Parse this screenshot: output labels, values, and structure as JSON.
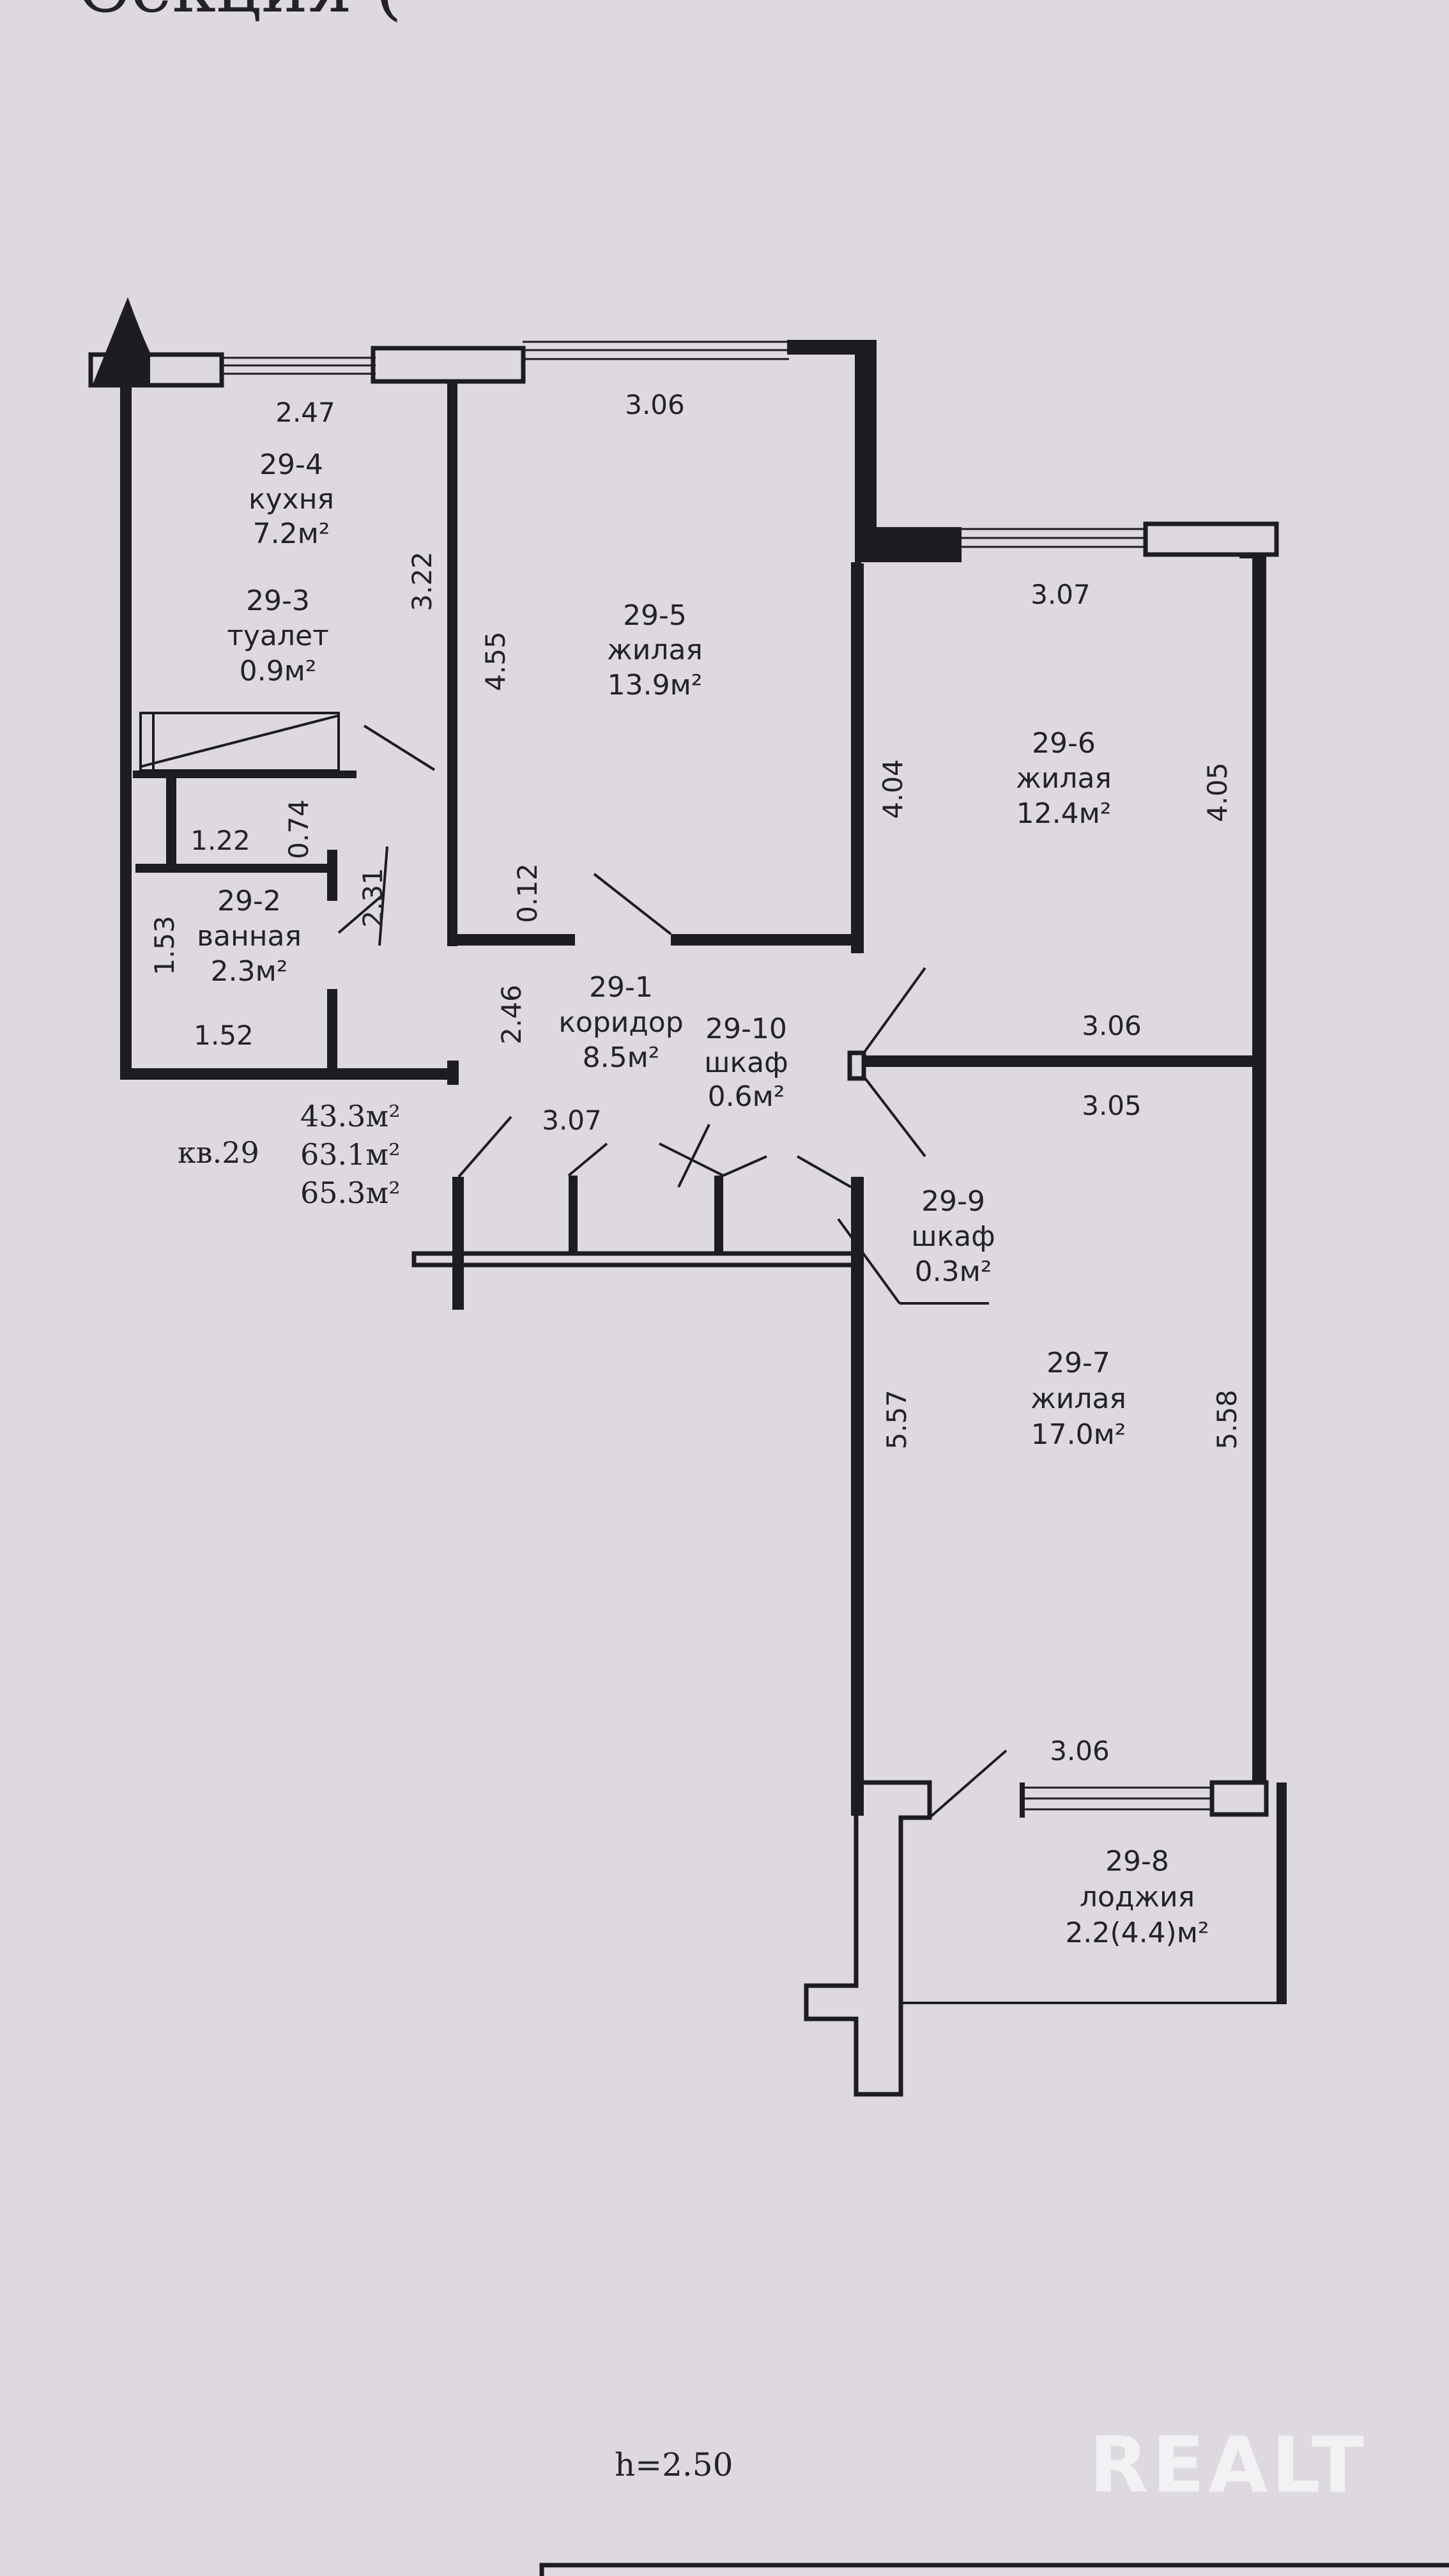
{
  "page": {
    "header_fragment": "Секция (",
    "watermark": "REALT",
    "height_note": "h=2.50"
  },
  "apartment": {
    "label": "кв.29",
    "totals": [
      "43.3м²",
      "63.1м²",
      "65.3м²"
    ]
  },
  "rooms": {
    "r294": {
      "id": "29-4",
      "name": "кухня",
      "area": "7.2м²"
    },
    "r293": {
      "id": "29-3",
      "name": "туалет",
      "area": "0.9м²"
    },
    "r292": {
      "id": "29-2",
      "name": "ванная",
      "area": "2.3м²"
    },
    "r295": {
      "id": "29-5",
      "name": "жилая",
      "area": "13.9м²"
    },
    "r296": {
      "id": "29-6",
      "name": "жилая",
      "area": "12.4м²"
    },
    "r291": {
      "id": "29-1",
      "name": "коридор",
      "area": "8.5м²"
    },
    "r2910": {
      "id": "29-10",
      "name": "шкаф",
      "area": "0.6м²"
    },
    "r299": {
      "id": "29-9",
      "name": "шкаф",
      "area": "0.3м²"
    },
    "r297": {
      "id": "29-7",
      "name": "жилая",
      "area": "17.0м²"
    },
    "r298": {
      "id": "29-8",
      "name": "лоджия",
      "area": "2.2(4.4)м²"
    }
  },
  "dimensions": {
    "kitchen_width": "2.47",
    "room5_width": "3.06",
    "kitchen_depth": "3.22",
    "room5_depth": "4.55",
    "room6_width": "3.07",
    "room6_left": "4.04",
    "room6_right": "4.05",
    "wc_width": "1.22",
    "wc_depth": "0.74",
    "wall_thickness": "0.12",
    "bath_wall": "2.31",
    "bath_depth": "1.53",
    "bath_width": "1.52",
    "corridor_depth": "2.46",
    "corridor_width": "3.07",
    "room6_bottom": "3.06",
    "room7_top": "3.05",
    "room7_left": "5.57",
    "room7_right": "5.58",
    "loggia_width": "3.06"
  }
}
